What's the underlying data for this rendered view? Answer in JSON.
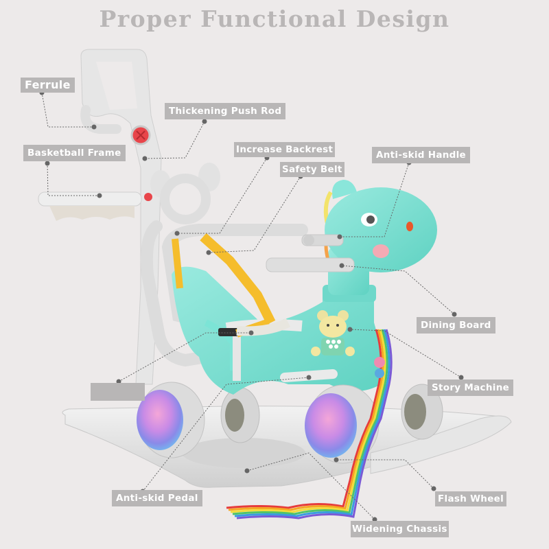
{
  "title": "Proper Functional Design",
  "colors": {
    "background": "#edeaea",
    "label_bg": "#b8b6b6",
    "label_text": "#ffffff",
    "title_text": "#b9b6b6",
    "body_mint": "#7fe0d2",
    "frame_gray": "#dcdcdc",
    "belt_yellow": "#f5bd2c",
    "screw_red": "#e8454a",
    "leader_line": "#666666"
  },
  "callouts": [
    {
      "id": "ferrule",
      "label": "Ferrule"
    },
    {
      "id": "thickening-push-rod",
      "label": "Thickening Push Rod"
    },
    {
      "id": "basketball-frame",
      "label": "Basketball Frame"
    },
    {
      "id": "increase-backrest",
      "label": "Increase Backrest"
    },
    {
      "id": "safety-belt",
      "label": "Safety Belt"
    },
    {
      "id": "anti-skid-handle",
      "label": "Anti-skid Handle"
    },
    {
      "id": "dining-board",
      "label": "Dining Board"
    },
    {
      "id": "story-machine",
      "label": "Story Machine"
    },
    {
      "id": "blank-callout",
      "label": ""
    },
    {
      "id": "anti-skid-pedal",
      "label": "Anti-skid Pedal"
    },
    {
      "id": "flash-wheel",
      "label": "Flash Wheel"
    },
    {
      "id": "widening-chassis",
      "label": "Widening Chassis"
    }
  ],
  "product": {
    "name": "rocking horse",
    "parts": [
      "push-rod",
      "ferrule-hook",
      "basketball-frame",
      "backrest",
      "safety-belt",
      "horse-head",
      "anti-skid-handle",
      "dining-board",
      "story-machine-bear",
      "flash-wheels",
      "rocker-base",
      "rainbow-ribbon"
    ]
  }
}
